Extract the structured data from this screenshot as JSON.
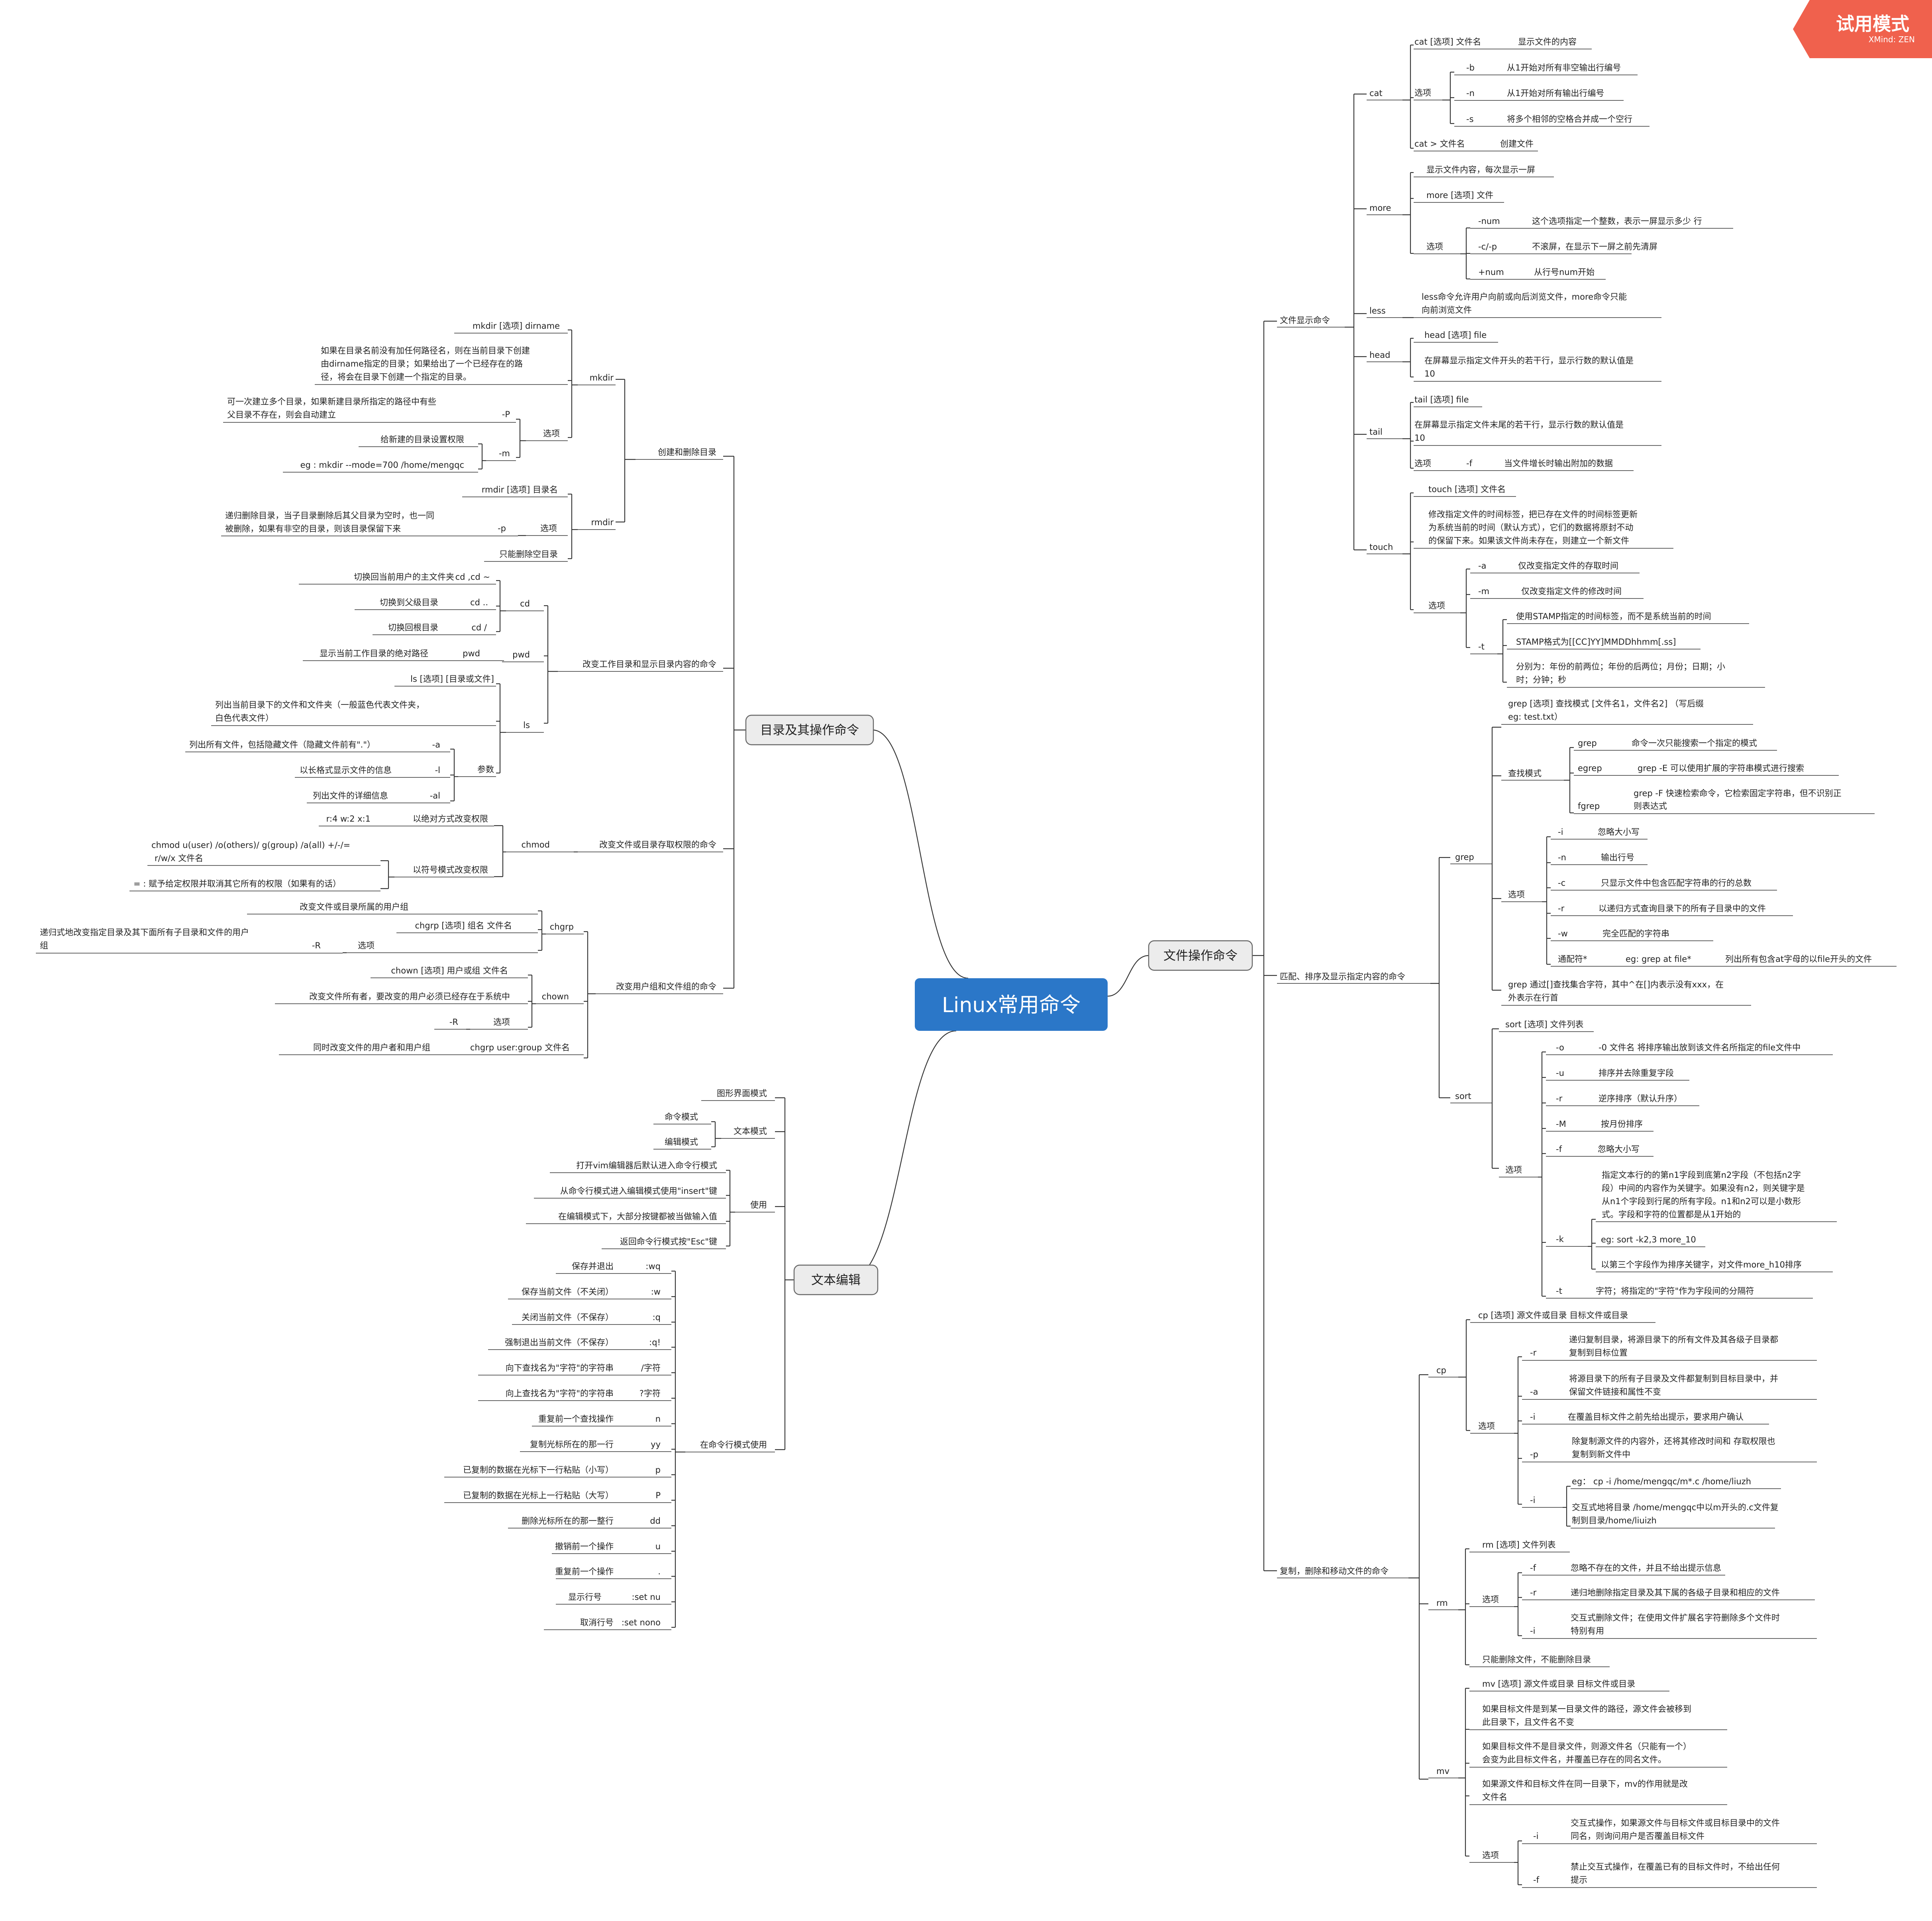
{
  "badge": {
    "title": "试用模式",
    "subtitle": "XMind: ZEN",
    "color": "#f0614d"
  },
  "center": {
    "label": "Linux常用命令",
    "color": "#2b77c8"
  },
  "main_branches": [
    {
      "id": "mb_file",
      "label": "文件操作命令"
    },
    {
      "id": "mb_dir",
      "label": "目录及其操作命令"
    },
    {
      "id": "mb_text",
      "label": "文本编辑"
    }
  ],
  "groups": {
    "file_display": "文件显示命令",
    "match_sort": "匹配、排序及显示指定内容的命令",
    "copy_move": "复制，删除和移动文件的命令",
    "create_delete_dir": "创建和删除目录",
    "change_dir": "改变工作目录和显示目录内容的命令",
    "perm": "改变文件或目录存取权限的命令",
    "owner": "改变用户组和文件组的命令",
    "gui": "图形界面模式",
    "text_mode": "文本模式",
    "usage": "使用",
    "cmd_mode_use": "在命令行模式使用"
  },
  "file_display": {
    "cat": {
      "name": "cat",
      "syntax": "cat [选项] 文件名",
      "syntax_desc": "显示文件的内容",
      "options_label": "选项",
      "options": [
        [
          "-b",
          "从1开始对所有非空输出行编号"
        ],
        [
          "-n",
          "从1开始对所有输出行编号"
        ],
        [
          "-s",
          "将多个相邻的空格合并成一个空行"
        ]
      ],
      "create": "cat > 文件名",
      "create_desc": "创建文件"
    },
    "more": {
      "name": "more",
      "desc": "显示文件内容，每次显示一屏",
      "syntax": "more [选项] 文件",
      "options_label": "选项",
      "options": [
        [
          "-num",
          "这个选项指定一个整数，表示一屏显示多少 行"
        ],
        [
          "-c/-p",
          "不滚屏，在显示下一屏之前先清屏"
        ],
        [
          "+num",
          "从行号num开始"
        ]
      ]
    },
    "less": {
      "name": "less",
      "desc1": "less命令允许用户向前或向后浏览文件，more命令只能",
      "desc2": "向前浏览文件"
    },
    "head": {
      "name": "head",
      "syntax": "head [选项] file",
      "desc1": "在屏幕显示指定文件开头的若干行，显示行数的默认值是",
      "desc2": "10"
    },
    "tail": {
      "name": "tail",
      "syntax": "tail [选项] file",
      "desc1": "在屏幕显示指定文件末尾的若干行，显示行数的默认值是",
      "desc2": "10",
      "options_label": "选项",
      "opt": "-f",
      "opt_desc": "当文件增长时输出附加的数据"
    },
    "touch": {
      "name": "touch",
      "syntax": "touch [选项] 文件名",
      "desc1": "修改指定文件的时间标签，把已存在文件的时间标签更新",
      "desc2": "为系统当前的时间（默认方式），它们的数据将原封不动",
      "desc3": "的保留下来。如果该文件尚未存在，则建立一个新文件",
      "options_label": "选项",
      "a": "-a",
      "a_desc": "仅改变指定文件的存取时间",
      "m": "-m",
      "m_desc": "仅改变指定文件的修改时间",
      "t": "-t",
      "t1": "使用STAMP指定的时间标签，而不是系统当前的时间",
      "t2": "STAMP格式为[[CC]YY]MMDDhhmm[.ss]",
      "t3a": "分别为：年份的前两位；年份的后两位；月份；日期；小",
      "t3b": "时；分钟；秒"
    }
  },
  "grep": {
    "name": "grep",
    "syntax1": "grep [选项] 查找模式 [文件名1，文件名2] （写后缀",
    "syntax2": "eg: test.txt）",
    "mode_label": "查找模式",
    "modes": [
      [
        "grep",
        "命令一次只能搜索一个指定的模式"
      ],
      [
        "egrep",
        "grep -E  可以使用扩展的字符串模式进行搜索"
      ],
      [
        "fgrep",
        "grep -F 快速检索命令，它检索固定字符串，但不识别正",
        "则表达式"
      ]
    ],
    "options_label": "选项",
    "options": [
      [
        "-i",
        "忽略大小写"
      ],
      [
        "-n",
        "输出行号"
      ],
      [
        "-c",
        "只显示文件中包含匹配字符串的行的总数"
      ],
      [
        "-r",
        "以递归方式查询目录下的所有子目录中的文件"
      ],
      [
        "-w",
        "完全匹配的字符串"
      ]
    ],
    "wild": "通配符*",
    "wild_eg": "eg: grep at file*",
    "wild_desc": "列出所有包含at字母的以file开头的文件",
    "note1": "grep 通过[]查找集合字符，其中^在[]内表示没有xxx，在",
    "note2": "外表示在行首"
  },
  "sort": {
    "name": "sort",
    "syntax": "sort [选项] 文件列表",
    "options_label": "选项",
    "options": [
      [
        "-o",
        "-0 文件名 将排序输出放到该文件名所指定的file文件中"
      ],
      [
        "-u",
        "排序并去除重复字段"
      ],
      [
        "-r",
        "逆序排序（默认升序）"
      ],
      [
        "-M",
        "按月份排序"
      ],
      [
        "-f",
        "忽略大小写"
      ]
    ],
    "k": "-k",
    "k1": "指定文本行的的第n1字段到底第n2字段（不包括n2字",
    "k2": "段）中间的内容作为关键字。如果没有n2，则关键字是",
    "k3": "从n1个字段到行尾的所有字段。n1和n2可以是小数形",
    "k4": "式。字段和字符的位置都是从1开始的",
    "k_eg": "eg: sort -k2,3 more_10",
    "k_eg_desc": "以第三个字段作为排序关键字，对文件more_h10排序",
    "t": "-t",
    "t_desc": "字符；将指定的\"字符\"作为字段间的分隔符"
  },
  "cp": {
    "name": "cp",
    "syntax": "cp [选项] 源文件或目录 目标文件或目录",
    "options_label": "选项",
    "r": "-r",
    "r1": "递归复制目录，将源目录下的所有文件及其各级子目录都",
    "r2": "复制到目标位置",
    "a": "-a",
    "a1": "将源目录下的所有子目录及文件都复制到目标目录中，并",
    "a2": "保留文件链接和属性不变",
    "i": "-i",
    "i1": "在覆盖目标文件之前先给出提示，要求用户确认",
    "p": "-p",
    "p1": "除复制源文件的内容外，还将其修改时间和 存取权限也",
    "p2": "复制到新文件中",
    "i2": "-i",
    "i2_eg": "eg：  cp  -i  /home/mengqc/m*.c   /home/liuzh",
    "i2_d1": "交互式地将目录 /home/mengqc中以m开头的.c文件复",
    "i2_d2": "制到目录/home/liuizh"
  },
  "rm": {
    "name": "rm",
    "syntax": "rm [选项] 文件列表",
    "options_label": "选项",
    "options": [
      [
        "-f",
        "忽略不存在的文件，并且不给出提示信息"
      ],
      [
        "-r",
        "递归地删除指定目录及其下属的各级子目录和相应的文件"
      ]
    ],
    "i": "-i",
    "i1": "交互式删除文件；在使用文件扩展名字符删除多个文件时",
    "i2": "特别有用",
    "note": "只能删除文件，不能删除目录"
  },
  "mv": {
    "name": "mv",
    "syntax": "mv  [选项]  源文件或目录  目标文件或目录",
    "d1a": "如果目标文件是到某一目录文件的路径，源文件会被移到",
    "d1b": "此目录下，且文件名不变",
    "d2a": "如果目标文件不是目录文件，则源文件名（只能有一个）",
    "d2b": "会变为此目标文件名，并覆盖已存在的同名文件。",
    "d3a": "如果源文件和目标文件在同一目录下，mv的作用就是改",
    "d3b": "文件名",
    "options_label": "选项",
    "i": "-i",
    "i1": "交互式操作，如果源文件与目标文件或目标目录中的文件",
    "i2": "同名，则询问用户是否覆盖目标文件",
    "f": "-f",
    "f1": "禁止交互式操作，在覆盖已有的目标文件时，不给出任何",
    "f2": "提示"
  },
  "mkdir": {
    "name": "mkdir",
    "syntax": "mkdir  [选项]  dirname",
    "d1": "如果在目录名前没有加任何路径名，则在当前目录下创建",
    "d2": "由dirname指定的目录；如果给出了一个已经存在的路",
    "d3": "径，将会在目录下创建一个指定的目录。",
    "options_label": "选项",
    "p": "-P",
    "p1": "可一次建立多个目录，如果新建目录所指定的路径中有些",
    "p2": "父目录不存在，则会自动建立",
    "m": "-m",
    "m1": "给新建的目录设置权限",
    "m2": "eg : mkdir  --mode=700  /home/mengqc"
  },
  "rmdir": {
    "name": "rmdir",
    "syntax": "rmdir  [选项] 目录名",
    "options_label": "选项",
    "p": "-p",
    "p1": "递归删除目录，当子目录删除后其父目录为空时，也一同",
    "p2": "被删除，如果有非空的目录，则该目录保留下来",
    "note": "只能删除空目录"
  },
  "cd": {
    "name": "cd",
    "items": [
      [
        "cd  ,cd ~",
        "切换回当前用户的主文件夹"
      ],
      [
        "cd ..",
        "切换到父级目录"
      ],
      [
        "cd /",
        "切换回根目录"
      ]
    ]
  },
  "pwd": {
    "name": "pwd",
    "cmd": "pwd",
    "desc": "显示当前工作目录的绝对路径"
  },
  "ls": {
    "name": "ls",
    "syntax": "ls [选项] [目录或文件]",
    "d1": "列出当前目录下的文件和文件夹（一般蓝色代表文件夹，",
    "d2": "白色代表文件）",
    "params_label": "参数",
    "opts": [
      [
        "-a",
        "列出所有文件，包括隐藏文件（隐藏文件前有\".\"）"
      ],
      [
        "-l",
        "以长格式显示文件的信息"
      ],
      [
        "-al",
        "列出文件的详细信息"
      ]
    ]
  },
  "chmod": {
    "name": "chmod",
    "abs": "以绝对方式改变权限",
    "abs_v": "r:4 w:2 x:1",
    "sym": "以符号模式改变权限",
    "sym_v1": "chmod  u(user) /o(others)/  g(group)    /a(all)   +/-/=",
    "sym_v2": "r/w/x 文件名",
    "sym_v3": "= : 赋予给定权限并取消其它所有的权限（如果有的话）"
  },
  "chgrp": {
    "name": "chgrp",
    "desc": "改变文件或目录所属的用户组",
    "syntax": "chgrp [选项] 组名 文件名",
    "options_label": "选项",
    "r": "-R",
    "r1": "递归式地改变指定目录及其下面所有子目录和文件的用户",
    "r2": "组"
  },
  "chown": {
    "name": "chown",
    "syntax": "chown [选项] 用户或组 文件名",
    "desc": "改变文件所有者，要改变的用户必须已经存在于系统中",
    "options_label": "选项",
    "r": "-R",
    "both": "chgrp user:group 文件名",
    "both_desc": "同时改变文件的用户者和用户组"
  },
  "vim": {
    "text_mode_items": [
      "命令模式",
      "编辑模式"
    ],
    "usage_items": [
      "打开vim编辑器后默认进入命令行模式",
      "从命令行模式进入编辑模式使用\"insert\"键",
      "在编辑模式下，大部分按键都被当做输入值",
      "返回命令行模式按\"Esc\"键"
    ],
    "commands": [
      [
        ":wq",
        "保存并退出"
      ],
      [
        ":w",
        "保存当前文件（不关闭）"
      ],
      [
        ":q",
        "关闭当前文件（不保存）"
      ],
      [
        ":q!",
        "强制退出当前文件（不保存）"
      ],
      [
        "/字符",
        "向下查找名为\"字符\"的字符串"
      ],
      [
        "?字符",
        "向上查找名为\"字符\"的字符串"
      ],
      [
        "n",
        "重复前一个查找操作"
      ],
      [
        "yy",
        "复制光标所在的那一行"
      ],
      [
        "p",
        "已复制的数据在光标下一行粘贴（小写）"
      ],
      [
        "P",
        "已复制的数据在光标上一行粘贴（大写）"
      ],
      [
        "dd",
        "删除光标所在的那一整行"
      ],
      [
        "u",
        "撤销前一个操作"
      ],
      [
        ".",
        "重复前一个操作"
      ],
      [
        ":set nu",
        "显示行号"
      ],
      [
        ":set nono",
        "取消行号"
      ]
    ]
  }
}
